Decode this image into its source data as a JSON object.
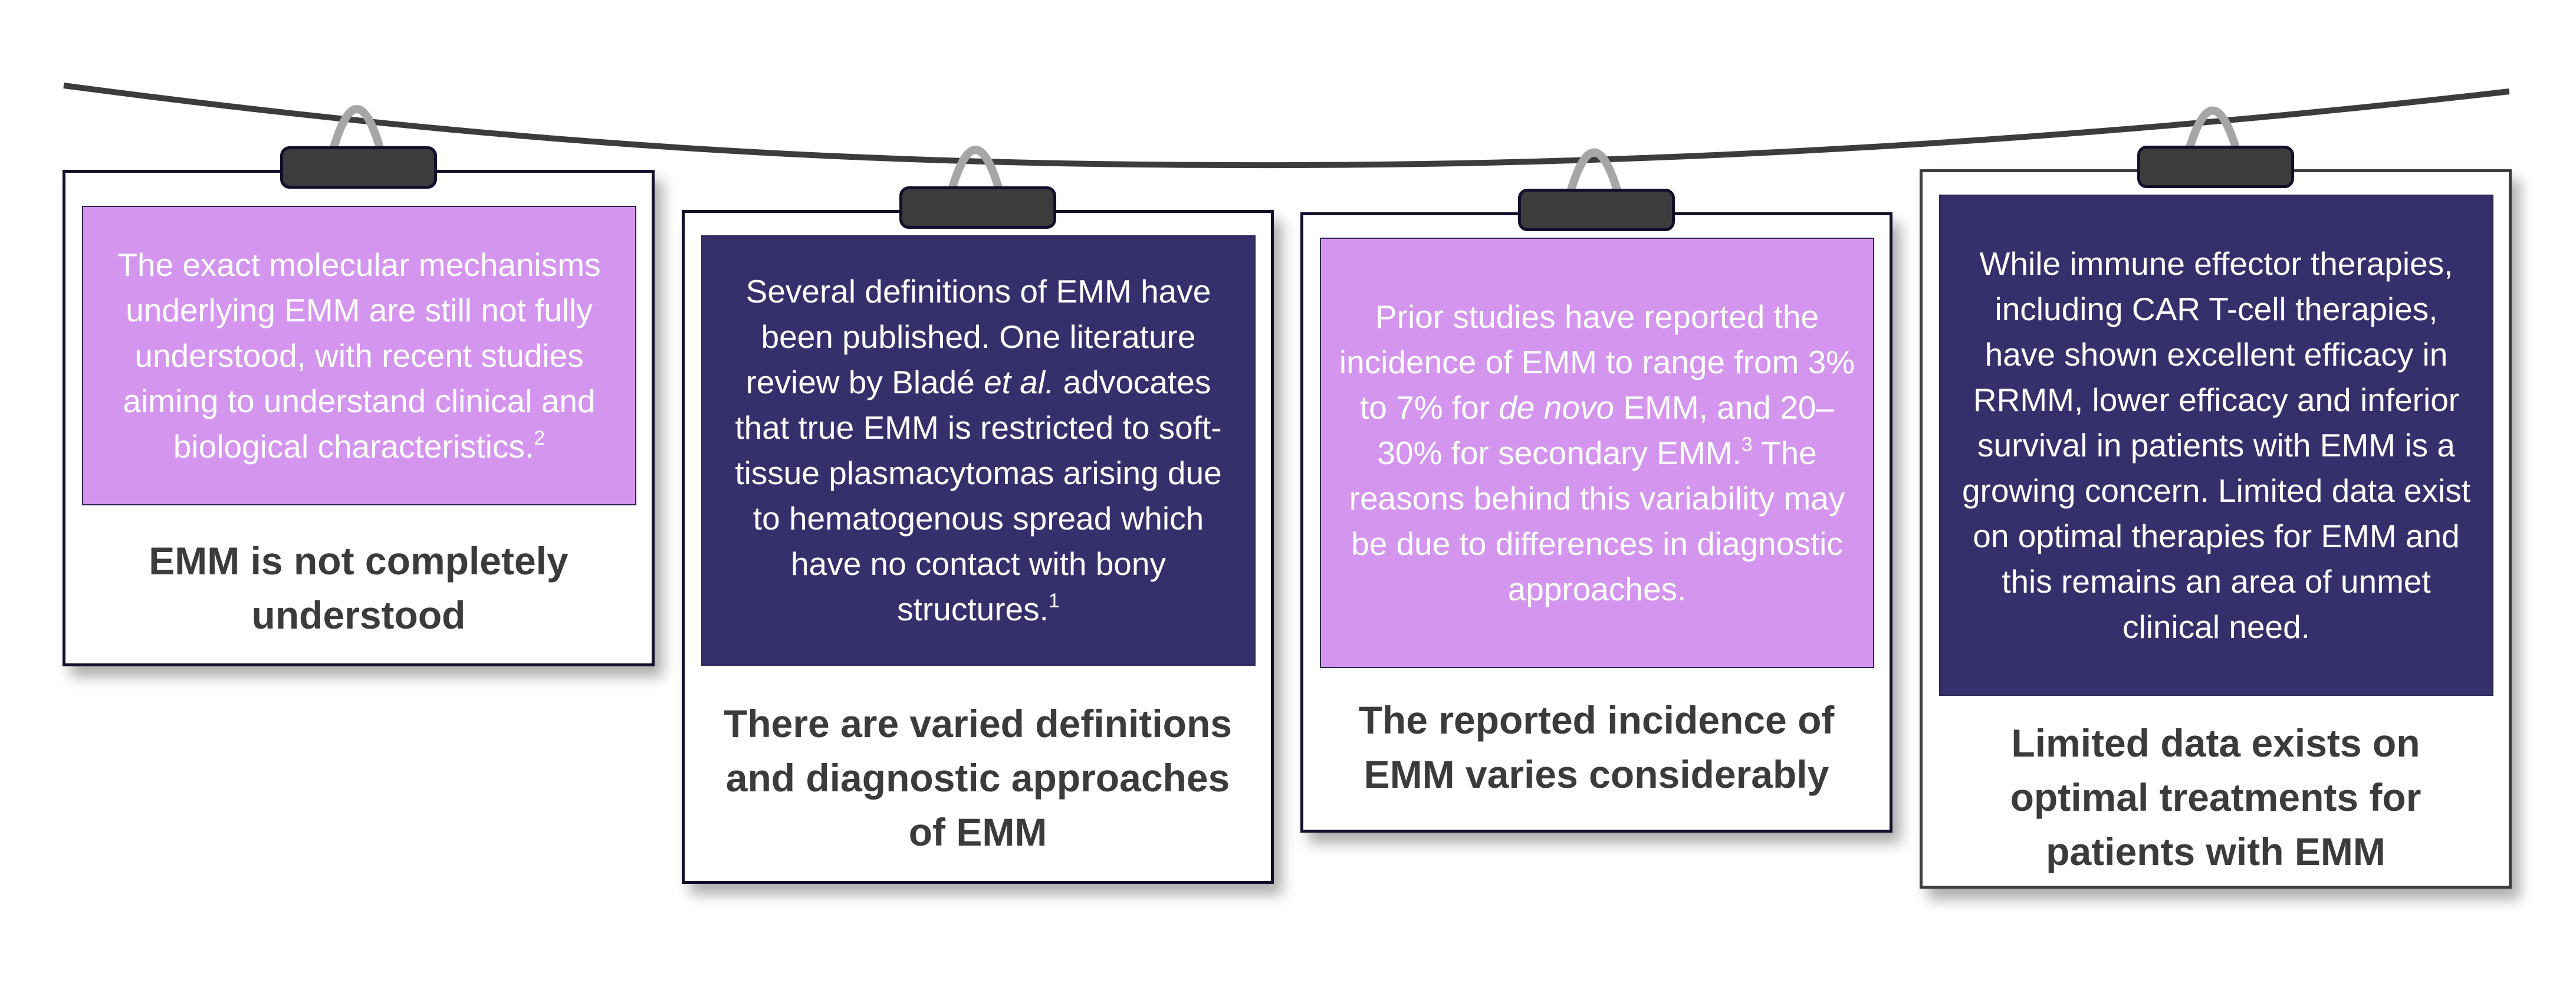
{
  "colors": {
    "lilac_panel": "#d495ee",
    "navy_panel": "#35306b",
    "card_border": "#120f2b",
    "clip_fill": "#3c3c3c",
    "line": "#3c3c3c",
    "hook": "#a6a6a6",
    "title_text": "#3b3b3b",
    "panel_text": "#ffffff"
  },
  "cards": [
    {
      "panel_style": "lilac",
      "body_pre": "The exact molecular mechanisms underlying EMM are still not fully understood, with recent studies aiming to understand clinical and biological characteristics.",
      "body_italic": "",
      "body_post": "",
      "footnote": "2",
      "body_after": "",
      "title": "EMM is not completely understood"
    },
    {
      "panel_style": "navy",
      "body_pre": "Several definitions of EMM have been published. One literature review by Bladé ",
      "body_italic": "et al.",
      "body_post": " advocates that true EMM is restricted to soft-tissue plasmacytomas arising due to hematogenous spread which have no contact with bony structures.",
      "footnote": "1",
      "body_after": "",
      "title": "There are varied definitions and diagnostic approaches of EMM"
    },
    {
      "panel_style": "lilac",
      "body_pre": "Prior studies have reported the incidence of EMM to range from 3% to 7% for ",
      "body_italic": "de novo",
      "body_post": " EMM, and 20–30% for secondary EMM.",
      "footnote": "3",
      "body_after": " The reasons behind this variability may be due to differences in diagnostic approaches.",
      "title": "The reported incidence of EMM varies considerably"
    },
    {
      "panel_style": "navy",
      "body_pre": "While immune effector therapies, including CAR T-cell therapies, have shown excellent efficacy in RRMM, lower efficacy and inferior survival in patients with EMM is a growing concern. Limited data exist on optimal therapies for EMM and this remains an area of unmet clinical need.",
      "body_italic": "",
      "body_post": "",
      "footnote": "",
      "body_after": "",
      "title": "Limited data exists on optimal treatments for patients with EMM"
    }
  ]
}
